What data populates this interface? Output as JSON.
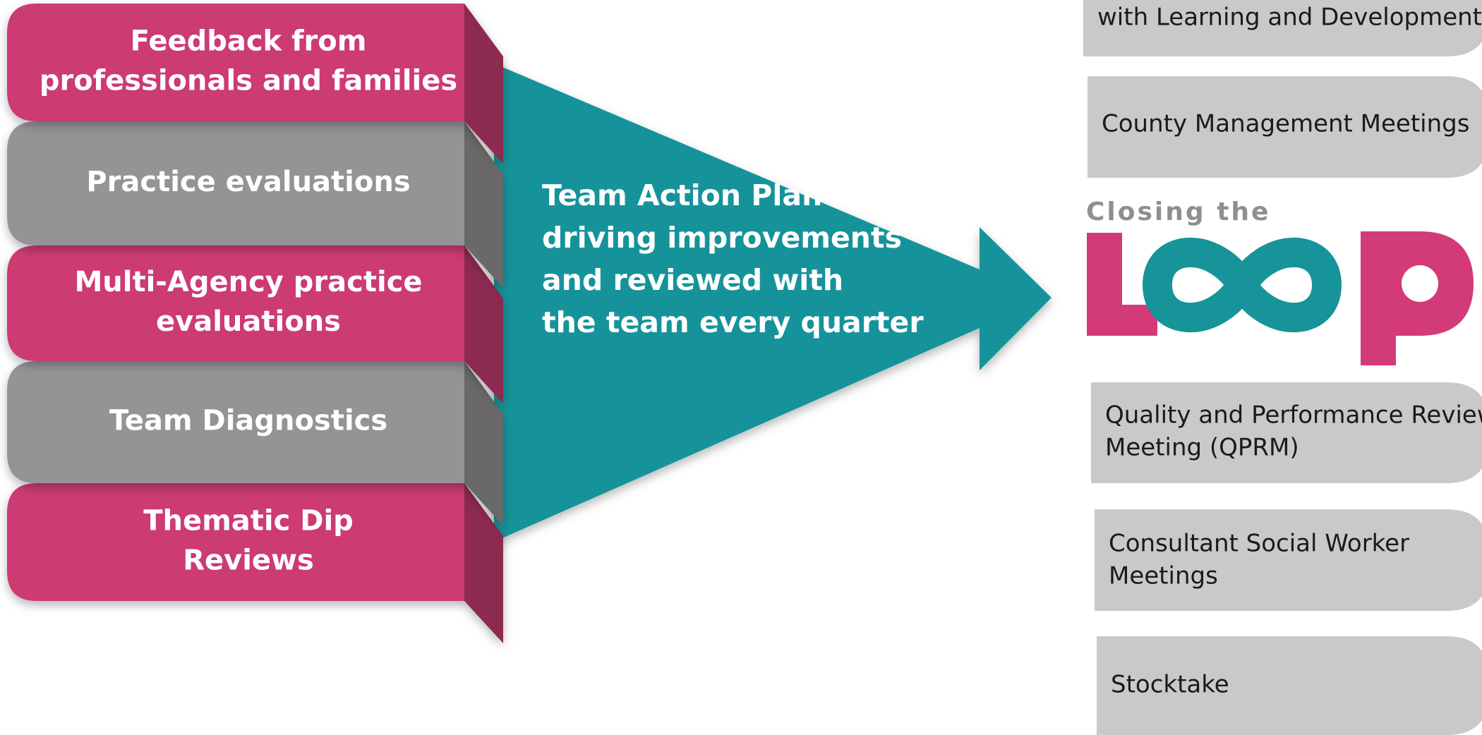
{
  "colors": {
    "pink": "#cc3a72",
    "pink_side": "#8d2a50",
    "grey": "#959395",
    "grey_side": "#6a696b",
    "teal": "#17939a",
    "pill": "#c9c9cb",
    "logo_pink": "#d33b78",
    "logo_grey": "#8f8f92"
  },
  "stack": [
    {
      "lines": [
        "Feedback from",
        "professionals and families"
      ],
      "color": "pink"
    },
    {
      "lines": [
        "Practice evaluations"
      ],
      "color": "grey"
    },
    {
      "lines": [
        "Multi-Agency practice",
        "evaluations"
      ],
      "color": "pink"
    },
    {
      "lines": [
        "Team Diagnostics"
      ],
      "color": "grey"
    },
    {
      "lines": [
        "Thematic Dip",
        "Reviews"
      ],
      "color": "pink"
    }
  ],
  "center": {
    "lines": [
      "Team Action Plan",
      "driving improvements",
      "and reviewed with",
      "the team every quarter"
    ]
  },
  "logo": {
    "small_text": "Closing the",
    "big_text": "LOOP"
  },
  "pills": [
    {
      "lines": [
        "with Learning and Development"
      ]
    },
    {
      "lines": [
        "County Management Meetings"
      ]
    },
    {
      "lines": [
        "Quality and Performance Review",
        "Meeting (QPRM)"
      ]
    },
    {
      "lines": [
        "Consultant Social Worker",
        "Meetings"
      ]
    },
    {
      "lines": [
        "Stocktake"
      ]
    }
  ]
}
